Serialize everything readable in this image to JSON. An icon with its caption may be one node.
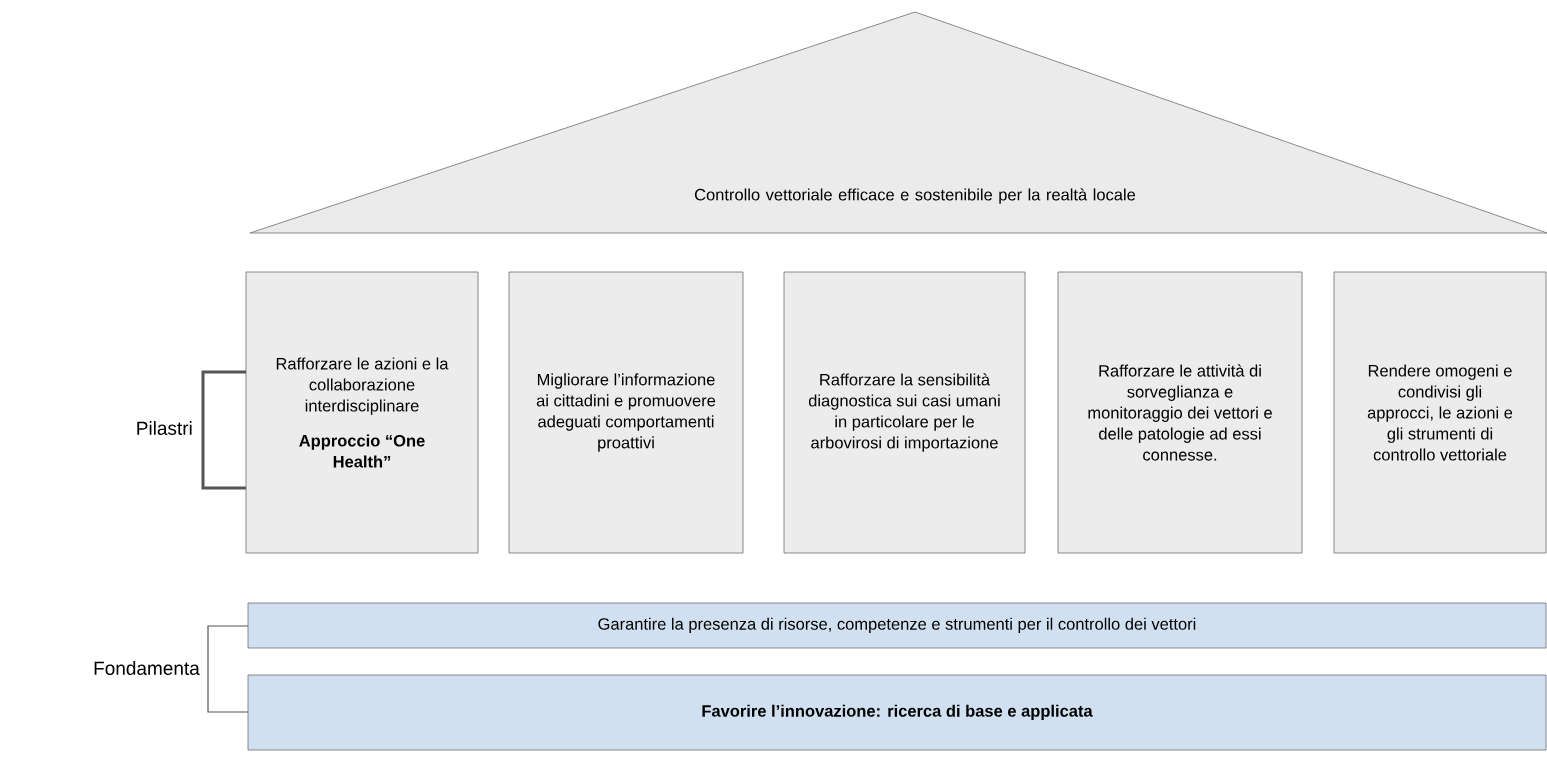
{
  "diagram": {
    "nodes": [
      {
        "text": [
          "Controllo vettoriale efficace e sostenibile per la realtà locale"
        ]
      },
      {
        "text": [
          "Rafforzare le azioni e la collaborazione interdisciplinare",
          "Approccio “One Health”"
        ]
      },
      {
        "text": [
          "Migliorare l’informazione ai cittadini e promuovere adeguati comportamenti proattivi"
        ]
      },
      {
        "text": [
          "Rafforzare la sensibilità diagnostica sui casi umani in particolare per le arbovirosi di importazione"
        ]
      },
      {
        "text": [
          "Rafforzare le attività di sorveglianza e monitoraggio dei vettori e delle patologie ad essi connesse."
        ]
      },
      {
        "text": [
          "Rendere omogeni e condivisi gli approcci, le azioni e gli strumenti di controllo vettoriale"
        ]
      },
      {
        "text": [
          "Garantire la presenza di risorse, competenze e strumenti per il controllo dei vettori"
        ]
      },
      {
        "text": [
          "Favorire l’innovazione: ricerca di base e applicata"
        ]
      }
    ],
    "labels": [
      "Pilastri",
      "Fondamenta"
    ]
  }
}
